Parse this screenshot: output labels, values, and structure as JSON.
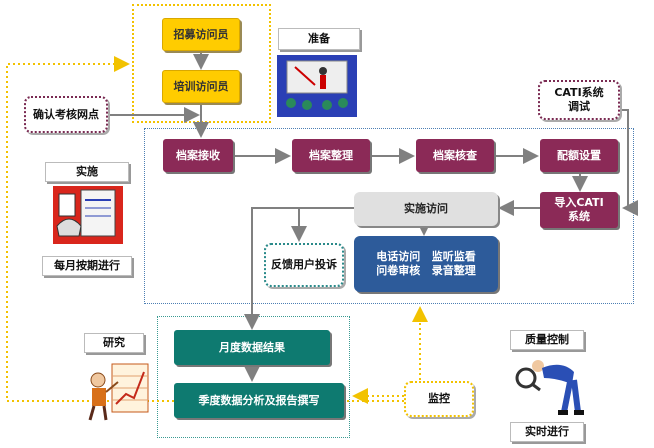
{
  "preparation": {
    "label": "准备",
    "steps": [
      "招募访问员",
      "培训访问员"
    ],
    "confirm_sites": "确认考核网点"
  },
  "implementation": {
    "label": "实施",
    "frequency": "每月按期进行",
    "steps": [
      "档案接收",
      "档案整理",
      "档案核查",
      "配额设置"
    ],
    "import_cati": "导入CATI系统",
    "cati_test": "CATI系统调试",
    "interview": "实施访问",
    "details": [
      "电话访问",
      "监听监看",
      "问卷审核",
      "录音整理"
    ],
    "feedback": "反馈用户投诉"
  },
  "research": {
    "label": "研究",
    "monthly": "月度数据结果",
    "quarterly": "季度数据分析及报告撰写"
  },
  "quality": {
    "label": "质量控制",
    "monitor": "监控",
    "realtime": "实时进行"
  }
}
